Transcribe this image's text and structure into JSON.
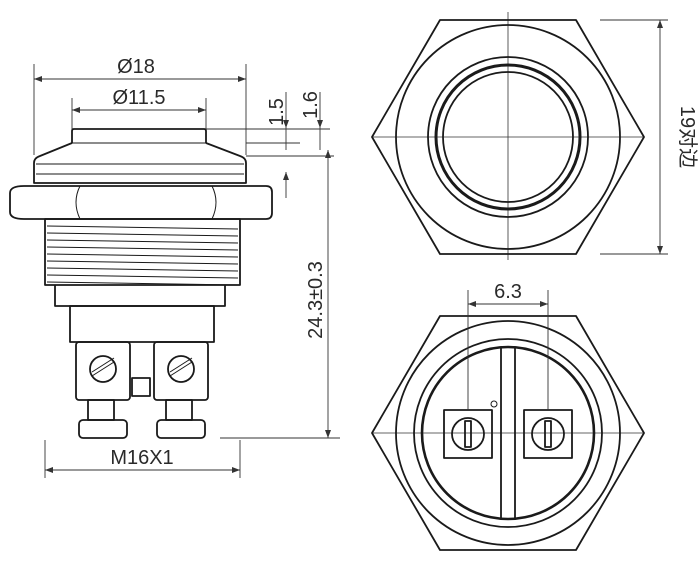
{
  "dimensions": {
    "outer_diameter": "Ø18",
    "head_diameter": "Ø11.5",
    "head_step_1": "1.5",
    "head_step_2": "1.6",
    "body_length": "24.3±0.3",
    "thread": "M16X1",
    "across_flats": "19对边",
    "terminal_spacing": "6.3"
  },
  "colors": {
    "line": "#1a1a1a",
    "text": "#2a2a2a",
    "background": "#ffffff"
  }
}
